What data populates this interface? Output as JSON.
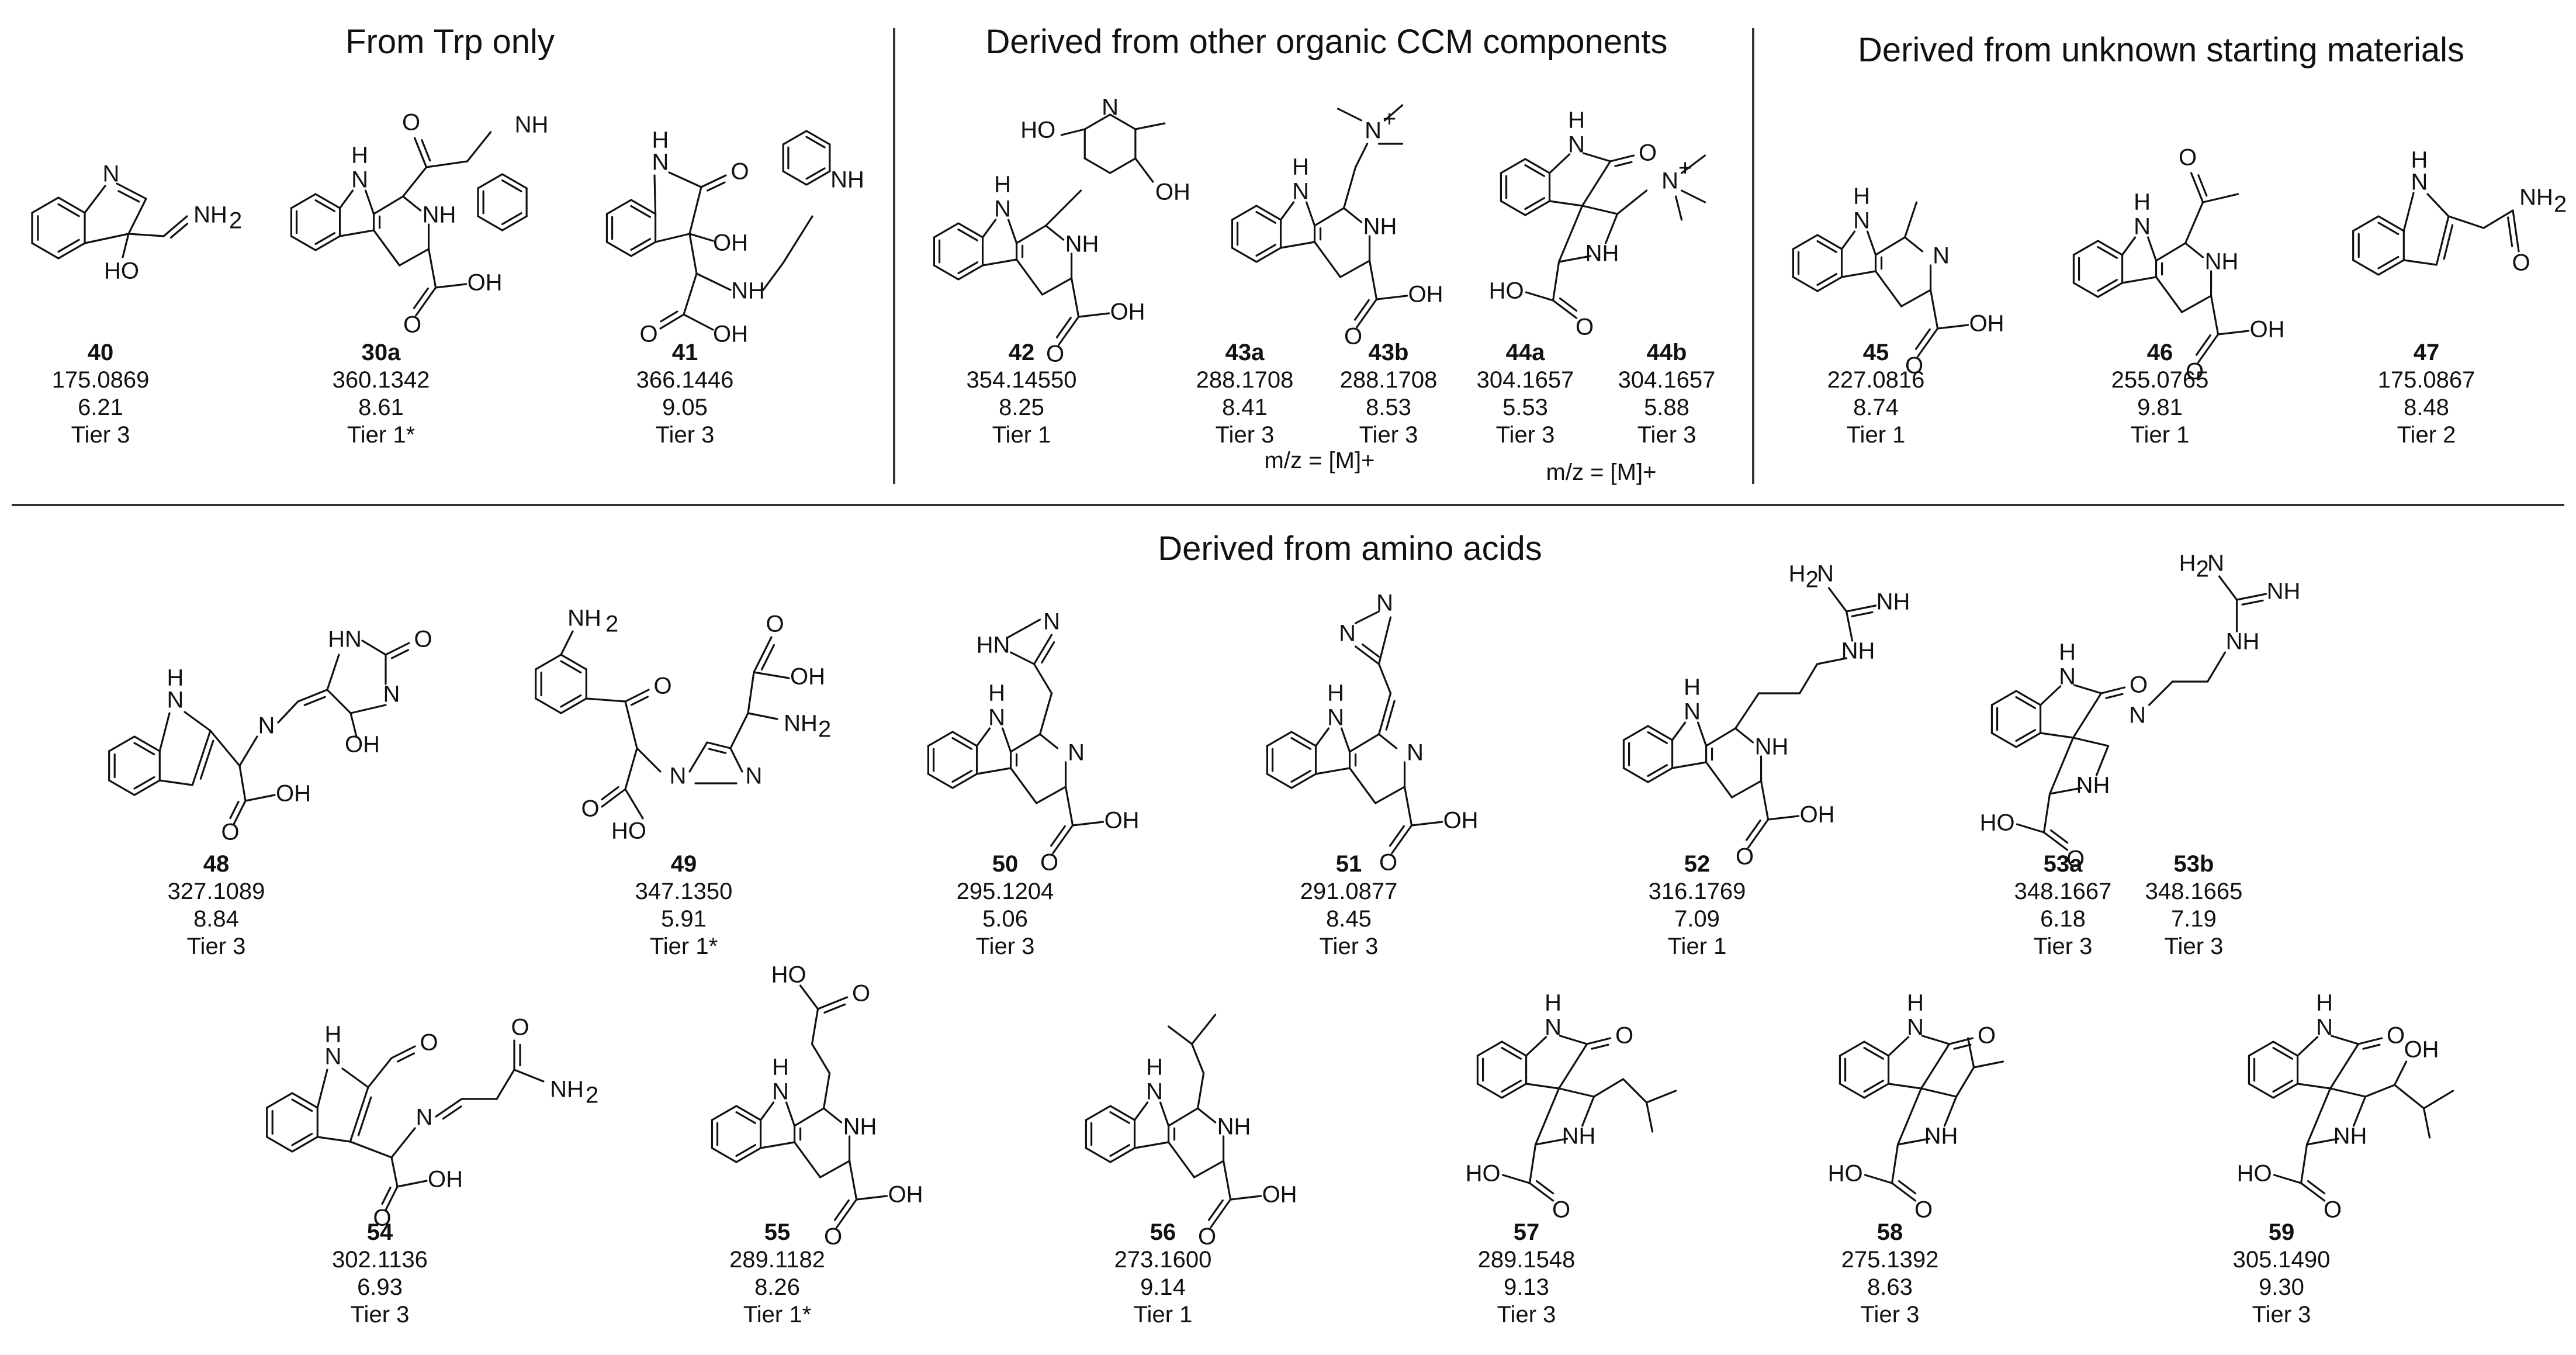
{
  "sections": {
    "trp_only": "From Trp only",
    "other_ccm": "Derived from other organic CCM components",
    "unknown": "Derived from unknown starting materials",
    "amino_acids": "Derived from amino acids"
  },
  "notes": {
    "n43": "m/z = [M]+",
    "n44": "m/z = [M]+"
  },
  "compounds": [
    {
      "id": "40",
      "mass": "175.0869",
      "rt": "6.21",
      "tier": "Tier 3"
    },
    {
      "id": "30a",
      "mass": "360.1342",
      "rt": "8.61",
      "tier": "Tier 1*"
    },
    {
      "id": "41",
      "mass": "366.1446",
      "rt": "9.05",
      "tier": "Tier 3"
    },
    {
      "id": "42",
      "mass": "354.14550",
      "rt": "8.25",
      "tier": "Tier 1"
    },
    {
      "id": "43a",
      "mass": "288.1708",
      "rt": "8.41",
      "tier": "Tier 3"
    },
    {
      "id": "43b",
      "mass": "288.1708",
      "rt": "8.53",
      "tier": "Tier 3"
    },
    {
      "id": "44a",
      "mass": "304.1657",
      "rt": "5.53",
      "tier": "Tier 3"
    },
    {
      "id": "44b",
      "mass": "304.1657",
      "rt": "5.88",
      "tier": "Tier 3"
    },
    {
      "id": "45",
      "mass": "227.0816",
      "rt": "8.74",
      "tier": "Tier 1"
    },
    {
      "id": "46",
      "mass": "255.0765",
      "rt": "9.81",
      "tier": "Tier 1"
    },
    {
      "id": "47",
      "mass": "175.0867",
      "rt": "8.48",
      "tier": "Tier 2"
    },
    {
      "id": "48",
      "mass": "327.1089",
      "rt": "8.84",
      "tier": "Tier 3"
    },
    {
      "id": "49",
      "mass": "347.1350",
      "rt": "5.91",
      "tier": "Tier 1*"
    },
    {
      "id": "50",
      "mass": "295.1204",
      "rt": "5.06",
      "tier": "Tier 3"
    },
    {
      "id": "51",
      "mass": "291.0877",
      "rt": "8.45",
      "tier": "Tier 3"
    },
    {
      "id": "52",
      "mass": "316.1769",
      "rt": "7.09",
      "tier": "Tier 1"
    },
    {
      "id": "53a",
      "mass": "348.1667",
      "rt": "6.18",
      "tier": "Tier 3"
    },
    {
      "id": "53b",
      "mass": "348.1665",
      "rt": "7.19",
      "tier": "Tier 3"
    },
    {
      "id": "54",
      "mass": "302.1136",
      "rt": "6.93",
      "tier": "Tier 3"
    },
    {
      "id": "55",
      "mass": "289.1182",
      "rt": "8.26",
      "tier": "Tier 1*"
    },
    {
      "id": "56",
      "mass": "273.1600",
      "rt": "9.14",
      "tier": "Tier 1"
    },
    {
      "id": "57",
      "mass": "289.1548",
      "rt": "9.13",
      "tier": "Tier 3"
    },
    {
      "id": "58",
      "mass": "275.1392",
      "rt": "8.63",
      "tier": "Tier 3"
    },
    {
      "id": "59",
      "mass": "305.1490",
      "rt": "9.30",
      "tier": "Tier 3"
    }
  ],
  "atom_labels": {
    "N": "N",
    "NH": "NH",
    "H": "H",
    "HO": "HO",
    "OH": "OH",
    "O": "O",
    "NH2": "NH",
    "NH2sub": "2",
    "H2N": "H",
    "H2Nsub": "2",
    "H2Ntail": "N",
    "Nplus": "N",
    "plus": "+",
    "HN": "HN"
  },
  "colors": {
    "ink": "#111111",
    "divider": "#333333",
    "background": "#ffffff"
  }
}
